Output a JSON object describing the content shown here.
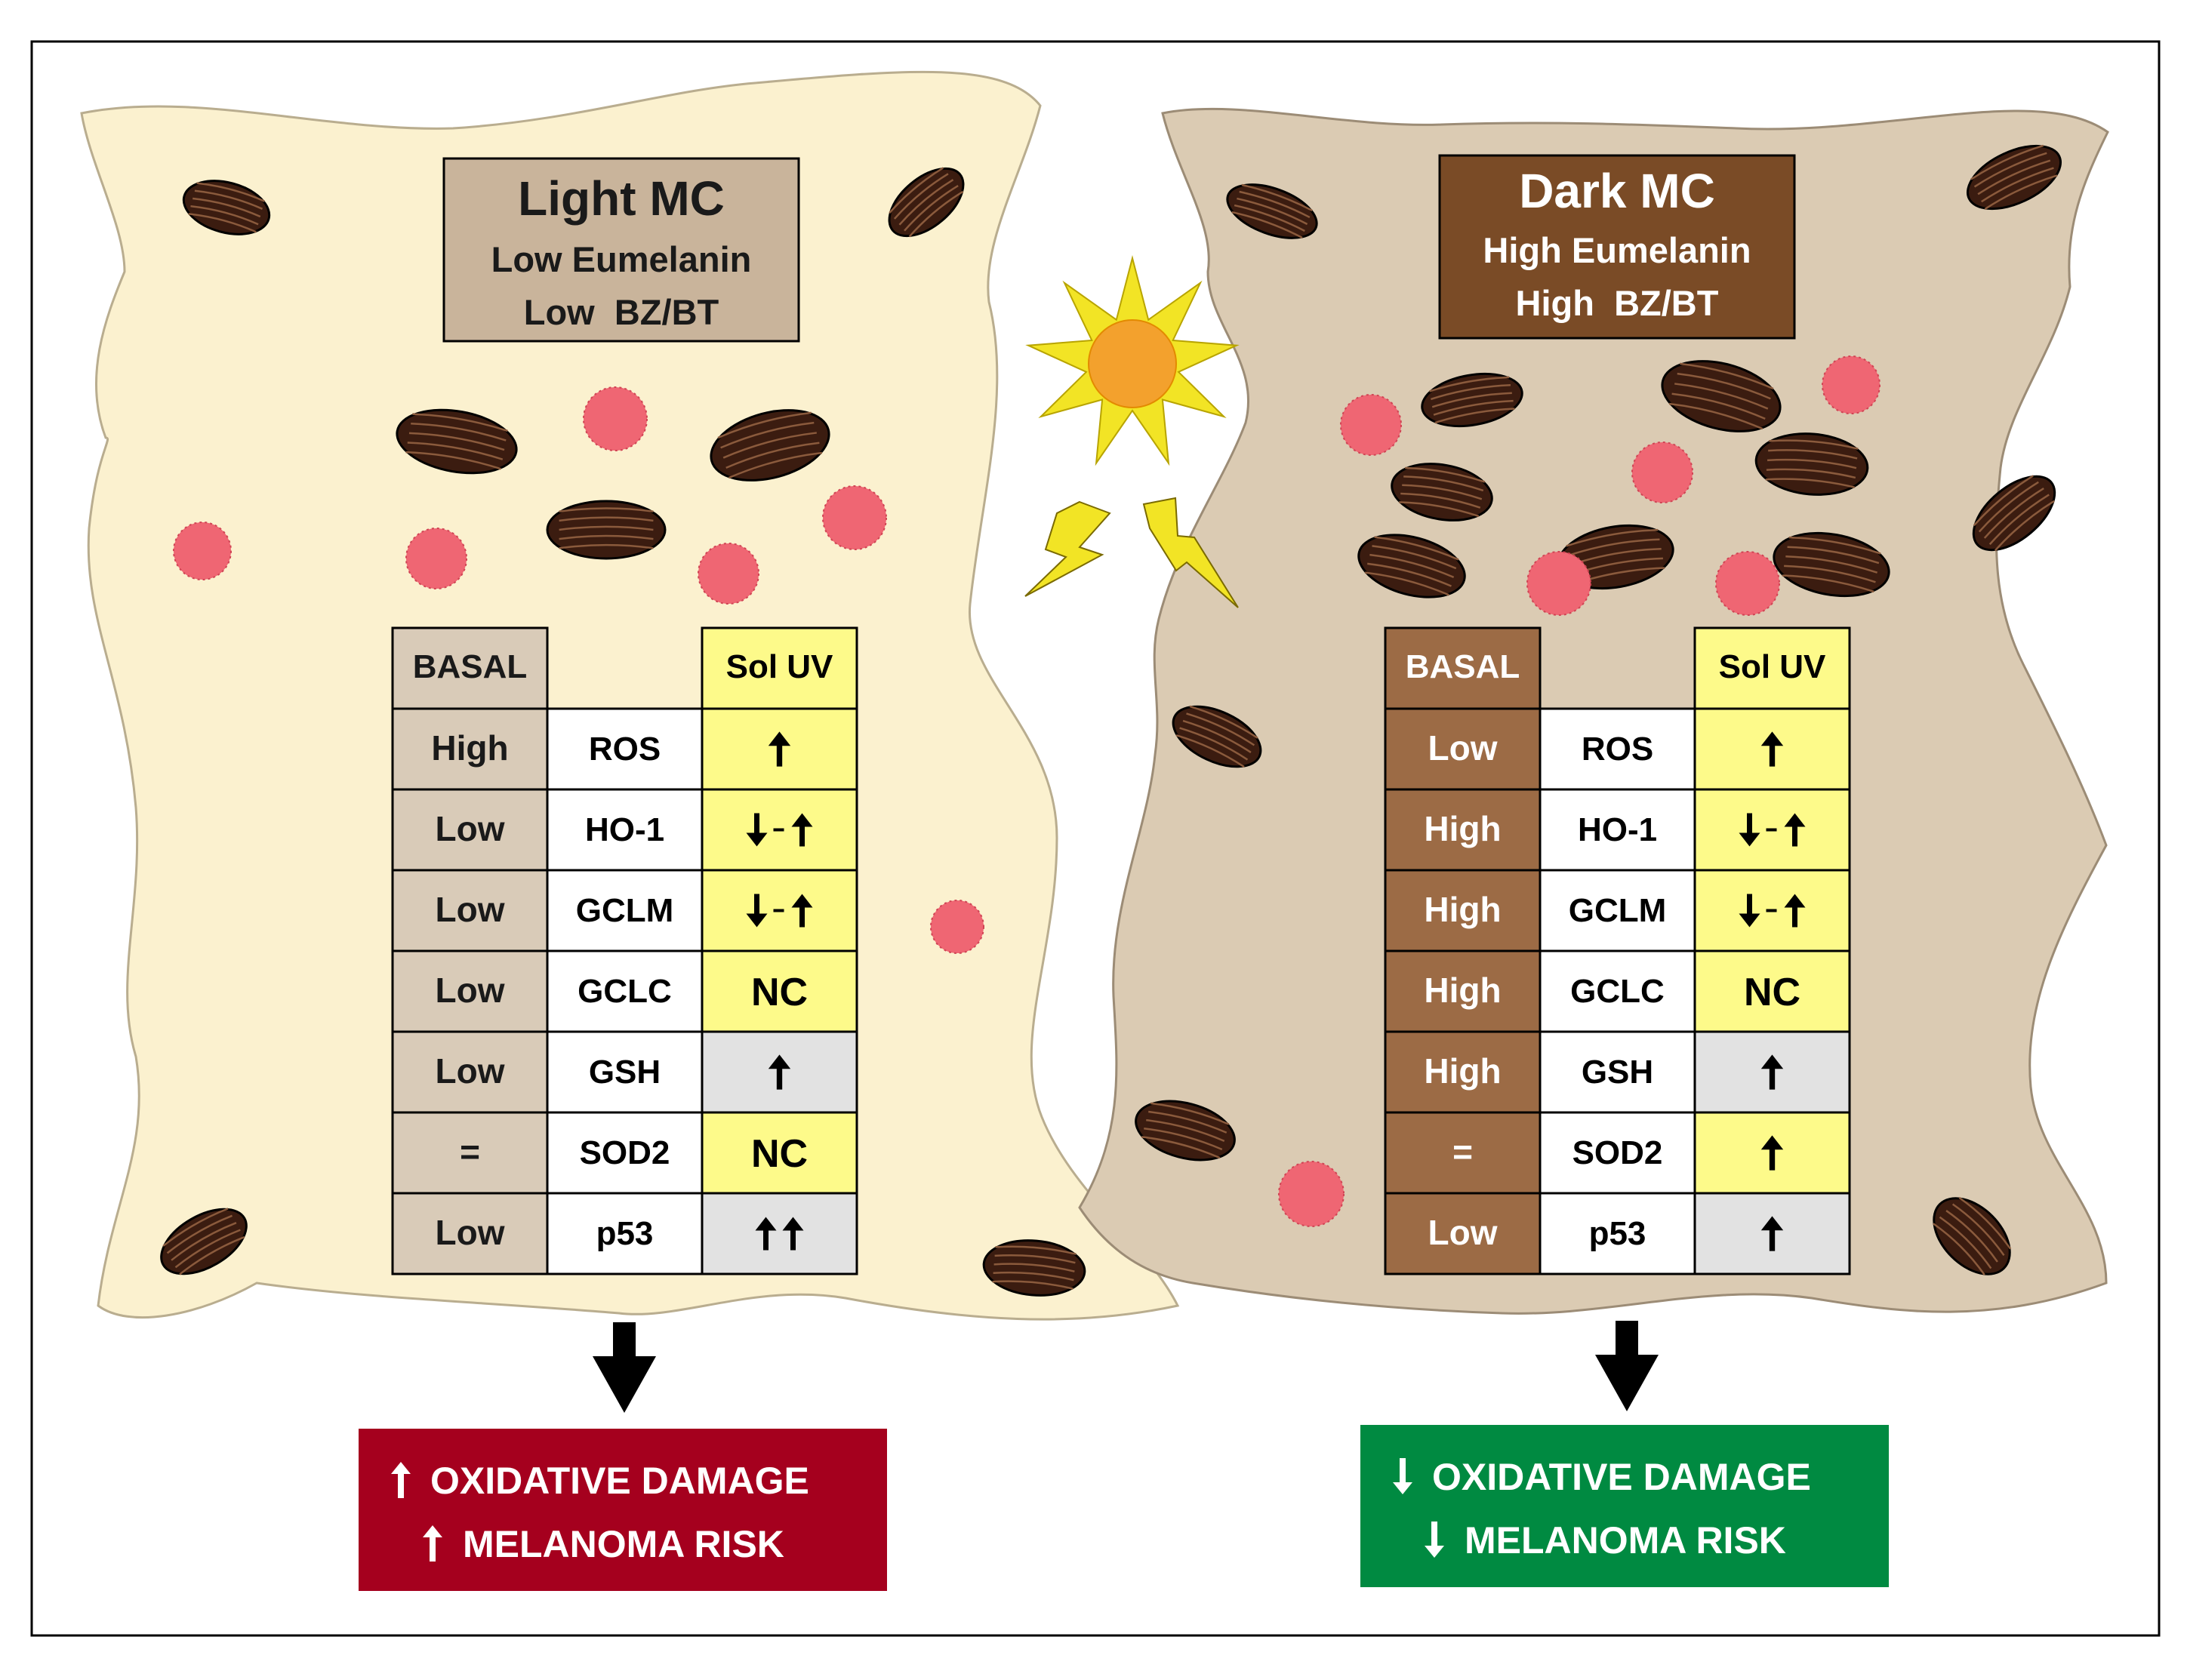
{
  "colors": {
    "light_cell": "#fbf1cf",
    "dark_cell": "#dbcbb3",
    "light_title_box": "#c9b49b",
    "dark_title_box": "#7a4b26",
    "light_basal_cell": "#d9cbb8",
    "dark_basal_cell": "#9c6b45",
    "yellow_cell": "#fdfa8a",
    "grey_cell": "#e2e2e2",
    "white_cell": "#ffffff",
    "melanosome": "#3b1c10",
    "vesicle": "#ef6673",
    "sun_rays": "#f2e425",
    "sun_core": "#f3a12d",
    "outcome_bad": "#a5001e",
    "outcome_good": "#008a41"
  },
  "left_panel": {
    "title": "Light MC",
    "line1": "Low Eumelanin",
    "line2": "Low  BZ/BT",
    "basal_header": "BASAL",
    "uv_header": "Sol UV",
    "rows": [
      {
        "basal": "High",
        "marker": "ROS",
        "uv_icon": "up-arrow",
        "uv_text": "",
        "uv_cell": "yellow"
      },
      {
        "basal": "Low",
        "marker": "HO-1",
        "uv_icon": "down-up-arrows",
        "uv_text": "",
        "uv_cell": "yellow"
      },
      {
        "basal": "Low",
        "marker": "GCLM",
        "uv_icon": "down-up-arrows",
        "uv_text": "",
        "uv_cell": "yellow"
      },
      {
        "basal": "Low",
        "marker": "GCLC",
        "uv_icon": "",
        "uv_text": "NC",
        "uv_cell": "yellow"
      },
      {
        "basal": "Low",
        "marker": "GSH",
        "uv_icon": "up-arrow",
        "uv_text": "",
        "uv_cell": "grey"
      },
      {
        "basal": "=",
        "marker": "SOD2",
        "uv_icon": "",
        "uv_text": "NC",
        "uv_cell": "yellow"
      },
      {
        "basal": "Low",
        "marker": "p53",
        "uv_icon": "double-up-arrow",
        "uv_text": "",
        "uv_cell": "grey"
      }
    ],
    "outcome": {
      "line1": "OXIDATIVE DAMAGE",
      "line2": "MELANOMA RISK",
      "direction": "up"
    }
  },
  "right_panel": {
    "title": "Dark MC",
    "line1": "High Eumelanin",
    "line2": "High  BZ/BT",
    "basal_header": "BASAL",
    "uv_header": "Sol UV",
    "rows": [
      {
        "basal": "Low",
        "marker": "ROS",
        "uv_icon": "up-arrow",
        "uv_text": "",
        "uv_cell": "yellow"
      },
      {
        "basal": "High",
        "marker": "HO-1",
        "uv_icon": "down-up-arrows",
        "uv_text": "",
        "uv_cell": "yellow"
      },
      {
        "basal": "High",
        "marker": "GCLM",
        "uv_icon": "down-up-arrows",
        "uv_text": "",
        "uv_cell": "yellow"
      },
      {
        "basal": "High",
        "marker": "GCLC",
        "uv_icon": "",
        "uv_text": "NC",
        "uv_cell": "yellow"
      },
      {
        "basal": "High",
        "marker": "GSH",
        "uv_icon": "up-arrow",
        "uv_text": "",
        "uv_cell": "grey"
      },
      {
        "basal": "=",
        "marker": "SOD2",
        "uv_icon": "up-arrow",
        "uv_text": "",
        "uv_cell": "yellow"
      },
      {
        "basal": "Low",
        "marker": "p53",
        "uv_icon": "up-arrow",
        "uv_text": "",
        "uv_cell": "grey"
      }
    ],
    "outcome": {
      "line1": "OXIDATIVE DAMAGE",
      "line2": "MELANOMA RISK",
      "direction": "down"
    }
  },
  "icons": {
    "sun": "sun-icon",
    "uv": "lightning-bolt-icon",
    "melanosome": "melanosome-icon",
    "vesicle": "vesicle-icon",
    "flow": "down-arrow-icon"
  }
}
